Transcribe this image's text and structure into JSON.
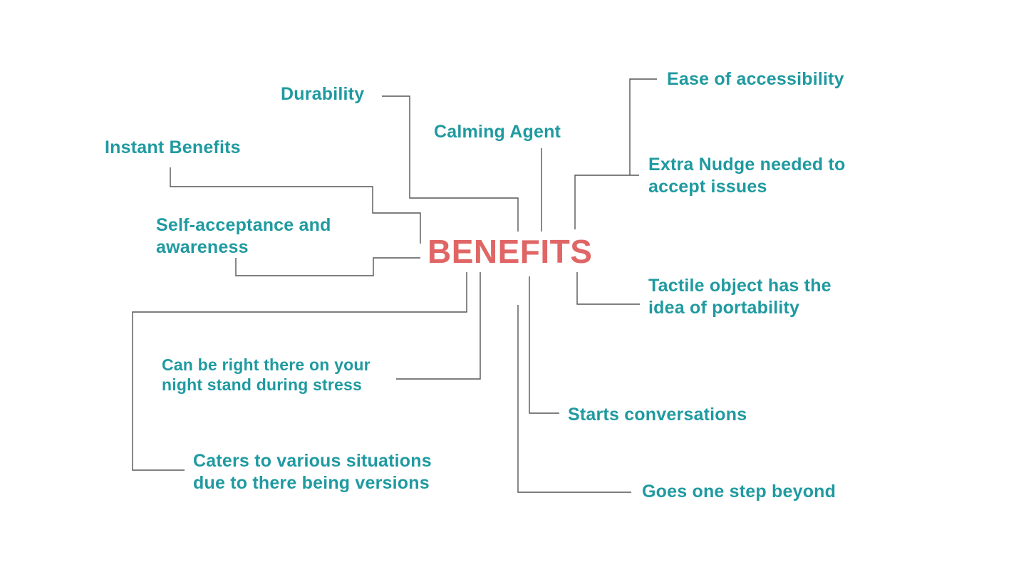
{
  "colors": {
    "center": "#e06666",
    "labels": "#1f9aa0",
    "lines": "#555555",
    "background": "#ffffff"
  },
  "center": "BENEFITS",
  "items": {
    "durability": "Durability",
    "calming_agent": "Calming Agent",
    "ease_of_accessibility": "Ease of accessibility",
    "instant_benefits": "Instant Benefits",
    "extra_nudge": [
      "Extra Nudge needed to",
      "accept issues"
    ],
    "self_acceptance": [
      "Self-acceptance and",
      "awareness"
    ],
    "tactile_object": [
      "Tactile object has the",
      "idea of portability"
    ],
    "night_stand": [
      "Can be right there on your",
      "night stand during stress"
    ],
    "starts_conversations": "Starts conversations",
    "caters": [
      "Caters to various situations",
      "due to there being versions"
    ],
    "goes_beyond": "Goes one step beyond"
  }
}
